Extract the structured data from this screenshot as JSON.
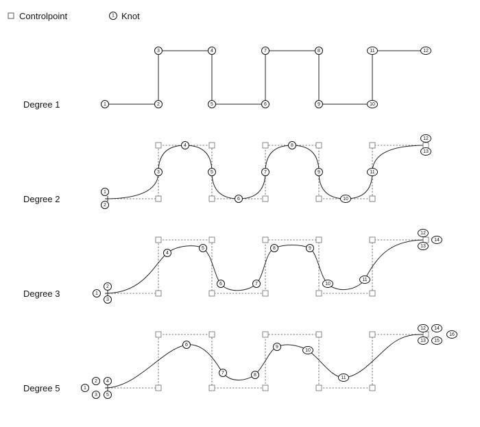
{
  "legend": {
    "controlpoint_label": "Controlpoint",
    "knot_symbol": "1",
    "knot_label": "Knot"
  },
  "rows": [
    {
      "label": "Degree 1",
      "knot_labels": [
        "1",
        "2",
        "3",
        "4",
        "5",
        "6",
        "7",
        "8",
        "9",
        "10",
        "11",
        "12"
      ]
    },
    {
      "label": "Degree 2",
      "knot_labels": [
        "1",
        "2",
        "3",
        "4",
        "5",
        "6",
        "7",
        "8",
        "9",
        "10",
        "11",
        "12",
        "13"
      ]
    },
    {
      "label": "Degree 3",
      "knot_labels": [
        "1",
        "2",
        "3",
        "4",
        "5",
        "6",
        "7",
        "8",
        "9",
        "10",
        "11",
        "12",
        "13",
        "14"
      ]
    },
    {
      "label": "Degree 5",
      "knot_labels": [
        "1",
        "2",
        "3",
        "4",
        "5",
        "6",
        "7",
        "8",
        "9",
        "10",
        "11",
        "12",
        "13",
        "14",
        "15",
        "16"
      ]
    }
  ],
  "colors": {
    "line": "#222222",
    "control_point": "#777777",
    "background": "#ffffff"
  }
}
